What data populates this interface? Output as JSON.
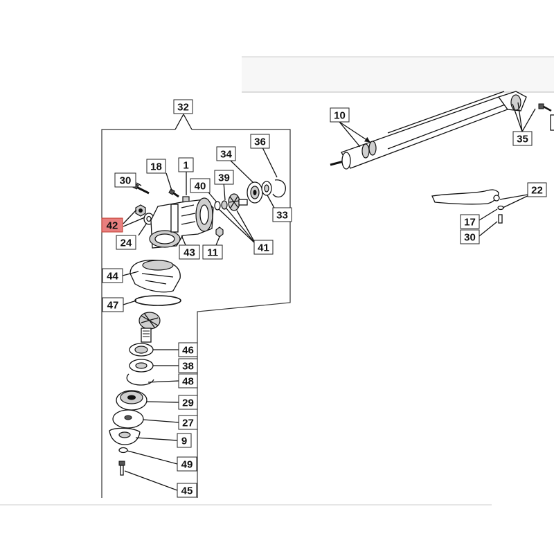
{
  "diagram": {
    "highlight_color": "#e87f7f",
    "highlighted_callout": "42",
    "callouts": {
      "c32": "32",
      "c36": "36",
      "c34": "34",
      "c18": "18",
      "c1": "1",
      "c30a": "30",
      "c39": "39",
      "c40": "40",
      "c42": "42",
      "c33": "33",
      "c24": "24",
      "c43": "43",
      "c11": "11",
      "c41": "41",
      "c44": "44",
      "c47": "47",
      "c46": "46",
      "c38": "38",
      "c48": "48",
      "c29": "29",
      "c27": "27",
      "c9": "9",
      "c49": "49",
      "c45": "45",
      "c10": "10",
      "c35": "35",
      "c22": "22",
      "c17": "17",
      "c30b": "30"
    }
  }
}
